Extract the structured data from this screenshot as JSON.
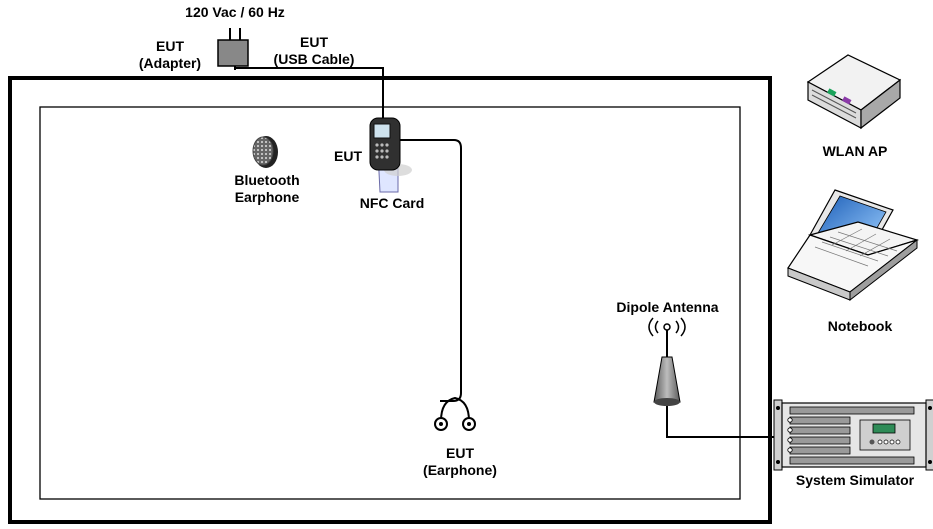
{
  "power": {
    "label": "120 Vac / 60 Hz"
  },
  "eut_adapter": {
    "line1": "EUT",
    "line2": "(Adapter)"
  },
  "eut_usb": {
    "line1": "EUT",
    "line2": "(USB Cable)"
  },
  "eut_phone": {
    "label": "EUT"
  },
  "bt_earphone": {
    "line1": "Bluetooth",
    "line2": "Earphone"
  },
  "nfc_card": {
    "label": "NFC Card"
  },
  "wlan_ap": {
    "label": "WLAN AP"
  },
  "notebook": {
    "label": "Notebook"
  },
  "dipole_antenna": {
    "label": "Dipole Antenna"
  },
  "eut_earphone": {
    "line1": "EUT",
    "line2": "(Earphone)"
  },
  "system_simulator": {
    "label": "System Simulator"
  },
  "colors": {
    "line": "#000000",
    "device_gray": "#808080",
    "lcd_green": "#2e8b57"
  }
}
